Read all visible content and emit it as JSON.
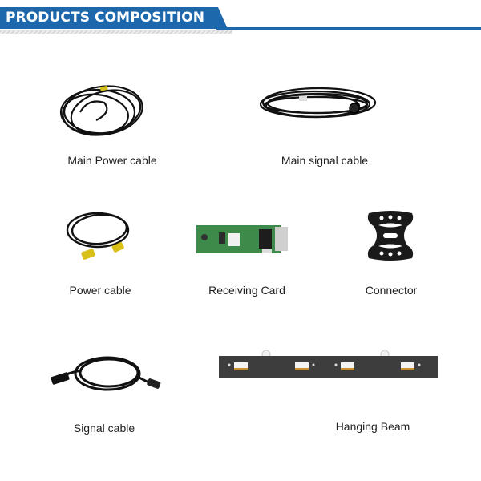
{
  "header": {
    "title": "PRODUCTS COMPOSITION",
    "accent_color": "#1d68ad"
  },
  "products": [
    {
      "id": "main-power-cable",
      "label": "Main Power cable"
    },
    {
      "id": "main-signal-cable",
      "label": "Main signal cable"
    },
    {
      "id": "power-cable",
      "label": "Power cable"
    },
    {
      "id": "receiving-card",
      "label": "Receiving Card"
    },
    {
      "id": "connector",
      "label": "Connector"
    },
    {
      "id": "signal-cable",
      "label": "Signal cable"
    },
    {
      "id": "hanging-beam",
      "label": "Hanging Beam"
    }
  ]
}
